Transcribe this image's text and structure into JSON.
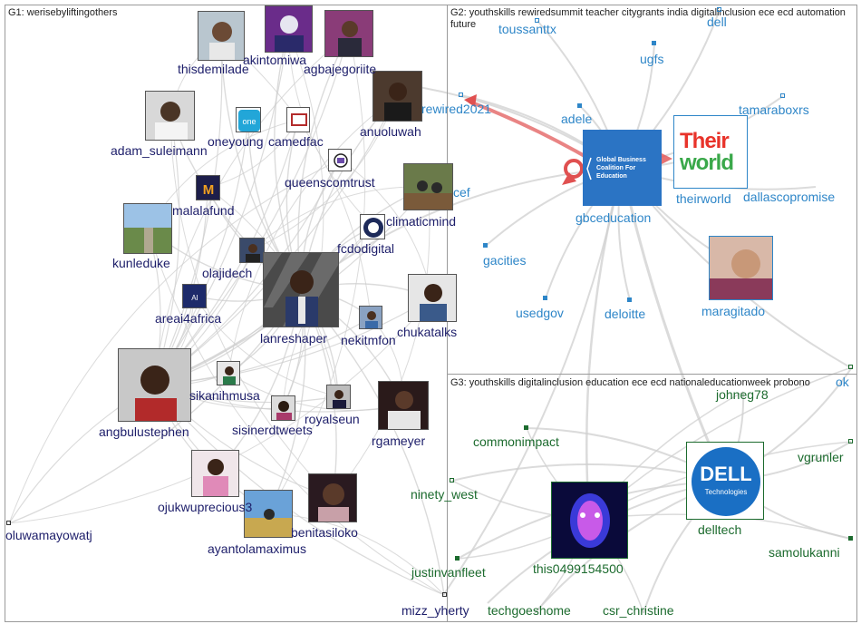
{
  "groups": [
    {
      "id": "g1",
      "title": "G1: werisebyliftingothers"
    },
    {
      "id": "g2",
      "title": "G2: youthskills rewiredsummit teacher citygrants india digitalinclusion ece ecd automation future"
    },
    {
      "id": "g3",
      "title": "G3: youthskills digitalinclusion education ece ecd nationaleducationweek probono"
    }
  ],
  "logos": {
    "gbc_text": "Global Business Coalition For Education",
    "their_line1": "Their",
    "their_line2": "world",
    "dell_logo": "DELL",
    "dell_sub": "Technologies",
    "one_logo": "one"
  },
  "colors": {
    "g1": "#1d1e6a",
    "g2": "#2e86c8",
    "g3": "#1c6b2e",
    "edge": "#cfcfcf",
    "arrow": "#e05050"
  },
  "nodes": {
    "g1": [
      "thisdemilade",
      "akintomiwa",
      "agbajegoriite",
      "adam_suleimann",
      "oneyoung",
      "camedfac",
      "anuoluwah",
      "queenscomtrust",
      "malalafund",
      "climaticmind",
      "kunleduke",
      "olajidech",
      "fcdodigital",
      "cef",
      "areai4africa",
      "lanreshaper",
      "nekitmfon",
      "chukatalks",
      "angbulustephen",
      "sikanihmusa",
      "sisinerdtweets",
      "royalseun",
      "rgameyer",
      "ojukwuprecious3",
      "benitasiloko",
      "ayantolamaximus",
      "oluwamayowatj",
      "mizz_yherty"
    ],
    "g2": [
      "toussanttx",
      "dell",
      "ugfs",
      "rewired2021",
      "adele",
      "tamaraboxrs",
      "theirworld",
      "gbceducation",
      "dallascopromise",
      "gacities",
      "usedgov",
      "deloitte",
      "maragitado"
    ],
    "g3": [
      "johneg78",
      "commonimpact",
      "ninety_west",
      "delltech",
      "vgrunler",
      "this0499154500",
      "samolukanni",
      "justinvanfleet",
      "techgoeshome",
      "csr_christine",
      "ok"
    ]
  }
}
